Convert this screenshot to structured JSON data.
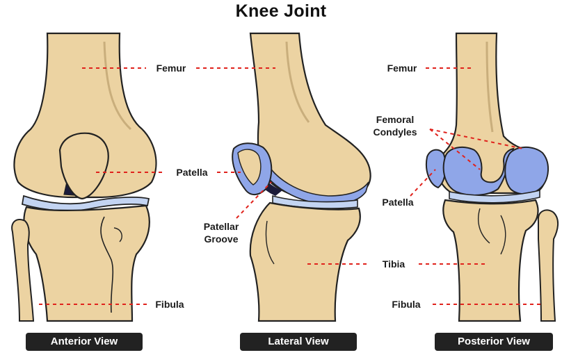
{
  "title": "Knee Joint",
  "labels": {
    "femur_anterior": "Femur",
    "femur_posterior": "Femur",
    "patella_anterior": "Patella",
    "patella_posterior": "Patella",
    "femoral_condyles_line1": "Femoral",
    "femoral_condyles_line2": "Condyles",
    "patellar_groove_line1": "Patellar",
    "patellar_groove_line2": "Groove",
    "tibia": "Tibia",
    "fibula_anterior": "Fibula",
    "fibula_posterior": "Fibula"
  },
  "views": {
    "anterior": "Anterior View",
    "lateral": "Lateral View",
    "posterior": "Posterior View"
  },
  "colors": {
    "bone": "#ecd3a2",
    "bone_outline": "#222222",
    "cartilage": "#8fa6e8",
    "meniscus": "#c3d4f2",
    "leader_line": "#e0221c",
    "badge_bg": "#222222"
  }
}
